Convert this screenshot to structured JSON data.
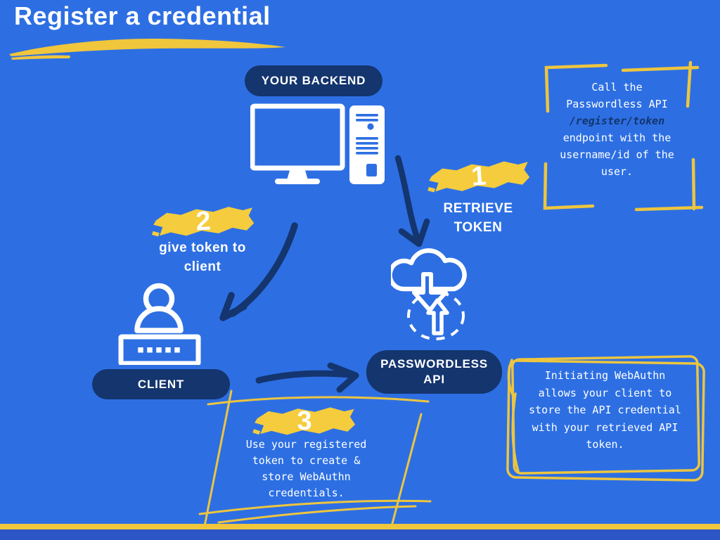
{
  "title": "Register a credential",
  "colors": {
    "background": "#2d6fe3",
    "navy": "#14356e",
    "yellow": "#f0c63c",
    "white": "#ffffff",
    "footer_stripe": "#2c55c5"
  },
  "nodes": {
    "backend": {
      "label": "YOUR BACKEND",
      "icon": "desktop-computer-icon"
    },
    "client": {
      "label": "CLIENT",
      "icon": "person-password-icon"
    },
    "api": {
      "label": "PASSWORDLESS API",
      "icon": "cloud-transfer-icon"
    }
  },
  "steps": [
    {
      "number": "1",
      "label": "RETRIEVE TOKEN"
    },
    {
      "number": "2",
      "label": "give token to client"
    },
    {
      "number": "3",
      "label": "Use your registered token to create & store WebAuthn credentials."
    }
  ],
  "notes": [
    {
      "part1": "Call the Passwordless API",
      "code": "/register/token",
      "part2": "endpoint with the username/id of the user."
    },
    {
      "text": "Initiating WebAuthn allows your client to store the API credential with your retrieved API token."
    }
  ]
}
